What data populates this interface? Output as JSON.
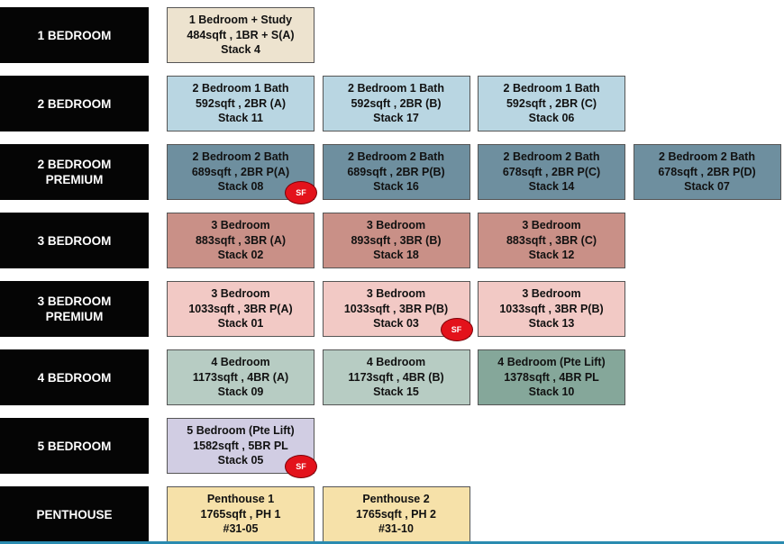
{
  "colors": {
    "study": "#ede3cf",
    "twoBR": "#b9d6e2",
    "twoBRP": "#6e8f9f",
    "threeBR": "#c99087",
    "threeBRP": "#f2c9c5",
    "fourBR": "#b7ccc3",
    "fourBRPL": "#85a79a",
    "fiveBR": "#d1cde3",
    "penthouse": "#f6e1a9"
  },
  "categories": [
    {
      "label": "1 BEDROOM"
    },
    {
      "label": "2 BEDROOM"
    },
    {
      "label": "2 BEDROOM\nPREMIUM"
    },
    {
      "label": "3 BEDROOM"
    },
    {
      "label": "3 BEDROOM\nPREMIUM"
    },
    {
      "label": "4 BEDROOM"
    },
    {
      "label": "5 BEDROOM"
    },
    {
      "label": "PENTHOUSE"
    }
  ],
  "units": [
    {
      "row": 0,
      "col": 0,
      "color": "study",
      "name": "1 Bedroom + Study",
      "size": "484sqft , 1BR + S(A)",
      "stack": "Stack 4",
      "sf": false
    },
    {
      "row": 1,
      "col": 0,
      "color": "twoBR",
      "name": "2 Bedroom 1 Bath",
      "size": "592sqft , 2BR (A)",
      "stack": "Stack 11",
      "sf": false
    },
    {
      "row": 1,
      "col": 1,
      "color": "twoBR",
      "name": "2 Bedroom 1 Bath",
      "size": "592sqft , 2BR (B)",
      "stack": "Stack 17",
      "sf": false
    },
    {
      "row": 1,
      "col": 2,
      "color": "twoBR",
      "name": "2 Bedroom 1 Bath",
      "size": "592sqft , 2BR (C)",
      "stack": "Stack 06",
      "sf": false
    },
    {
      "row": 2,
      "col": 0,
      "color": "twoBRP",
      "name": "2 Bedroom 2 Bath",
      "size": "689sqft , 2BR P(A)",
      "stack": "Stack 08",
      "sf": true
    },
    {
      "row": 2,
      "col": 1,
      "color": "twoBRP",
      "name": "2 Bedroom 2 Bath",
      "size": "689sqft , 2BR P(B)",
      "stack": "Stack 16",
      "sf": false
    },
    {
      "row": 2,
      "col": 2,
      "color": "twoBRP",
      "name": "2 Bedroom 2 Bath",
      "size": "678sqft , 2BR P(C)",
      "stack": "Stack 14",
      "sf": false
    },
    {
      "row": 2,
      "col": 3,
      "color": "twoBRP",
      "name": "2 Bedroom 2 Bath",
      "size": "678sqft , 2BR P(D)",
      "stack": "Stack 07",
      "sf": false
    },
    {
      "row": 3,
      "col": 0,
      "color": "threeBR",
      "name": "3 Bedroom",
      "size": "883sqft , 3BR (A)",
      "stack": "Stack 02",
      "sf": false
    },
    {
      "row": 3,
      "col": 1,
      "color": "threeBR",
      "name": "3 Bedroom",
      "size": "893sqft , 3BR (B)",
      "stack": "Stack 18",
      "sf": false
    },
    {
      "row": 3,
      "col": 2,
      "color": "threeBR",
      "name": "3 Bedroom",
      "size": "883sqft , 3BR (C)",
      "stack": "Stack 12",
      "sf": false
    },
    {
      "row": 4,
      "col": 0,
      "color": "threeBRP",
      "name": "3 Bedroom",
      "size": "1033sqft , 3BR P(A)",
      "stack": "Stack 01",
      "sf": false
    },
    {
      "row": 4,
      "col": 1,
      "color": "threeBRP",
      "name": "3 Bedroom",
      "size": "1033sqft , 3BR P(B)",
      "stack": "Stack 03",
      "sf": true
    },
    {
      "row": 4,
      "col": 2,
      "color": "threeBRP",
      "name": "3 Bedroom",
      "size": "1033sqft , 3BR P(B)",
      "stack": "Stack 13",
      "sf": false
    },
    {
      "row": 5,
      "col": 0,
      "color": "fourBR",
      "name": "4 Bedroom",
      "size": "1173sqft , 4BR (A)",
      "stack": "Stack 09",
      "sf": false
    },
    {
      "row": 5,
      "col": 1,
      "color": "fourBR",
      "name": "4 Bedroom",
      "size": "1173sqft , 4BR (B)",
      "stack": "Stack 15",
      "sf": false
    },
    {
      "row": 5,
      "col": 2,
      "color": "fourBRPL",
      "name": "4 Bedroom (Pte Lift)",
      "size": "1378sqft , 4BR PL",
      "stack": "Stack 10",
      "sf": false
    },
    {
      "row": 6,
      "col": 0,
      "color": "fiveBR",
      "name": "5 Bedroom (Pte Lift)",
      "size": "1582sqft , 5BR PL",
      "stack": "Stack 05",
      "sf": true
    },
    {
      "row": 7,
      "col": 0,
      "color": "penthouse",
      "name": "Penthouse 1",
      "size": "1765sqft , PH 1",
      "stack": "#31-05",
      "sf": false
    },
    {
      "row": 7,
      "col": 1,
      "color": "penthouse",
      "name": "Penthouse 2",
      "size": "1765sqft , PH 2",
      "stack": "#31-10",
      "sf": false
    }
  ],
  "badge_label": "SF"
}
